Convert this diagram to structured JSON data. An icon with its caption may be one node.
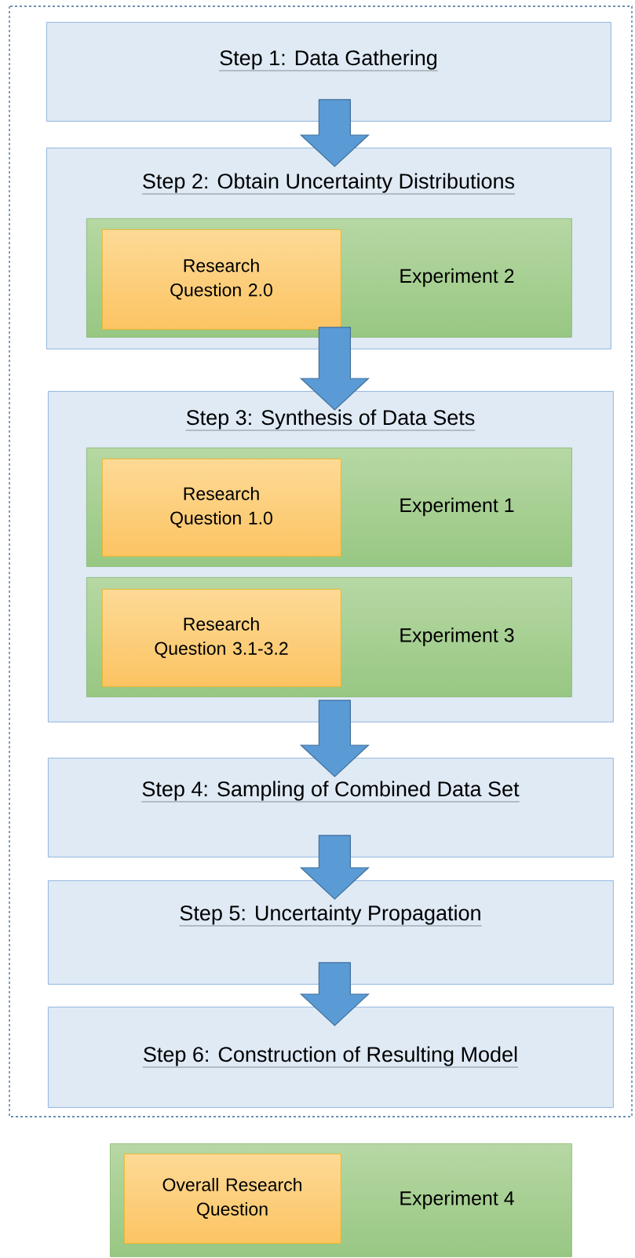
{
  "diagram": {
    "nodes": [
      {
        "text": [
          "Step 1: Data Gathering"
        ]
      },
      {
        "text": [
          "Step 2: Obtain Uncertainty Distributions"
        ]
      },
      {
        "text": [
          "Experiment 2"
        ],
        "in": 1
      },
      {
        "text": [
          "Research Question 2.0"
        ],
        "in": 2
      },
      {
        "text": [
          "Step 3: Synthesis of Data Sets"
        ]
      },
      {
        "text": [
          "Experiment 1"
        ],
        "in": 4
      },
      {
        "text": [
          "Research Question 1.0"
        ],
        "in": 5
      },
      {
        "text": [
          "Experiment 3"
        ],
        "in": 4
      },
      {
        "text": [
          "Research Question 3.1-3.2"
        ],
        "in": 7
      },
      {
        "text": [
          "Step 4: Sampling of Combined Data Set"
        ]
      },
      {
        "text": [
          "Step 5: Uncertainty Propagation"
        ]
      },
      {
        "text": [
          "Step 6: Construction of Resulting Model"
        ]
      },
      {
        "text": [
          "Experiment 4"
        ]
      },
      {
        "text": [
          "Overall Research Question"
        ],
        "in": 12
      }
    ],
    "edges": [
      {
        "from": 0,
        "to": 1,
        "arrow": "to"
      },
      {
        "from": 1,
        "to": 4,
        "arrow": "to"
      },
      {
        "from": 4,
        "to": 9,
        "arrow": "to"
      },
      {
        "from": 9,
        "to": 10,
        "arrow": "to"
      },
      {
        "from": 10,
        "to": 11,
        "arrow": "to"
      }
    ]
  }
}
